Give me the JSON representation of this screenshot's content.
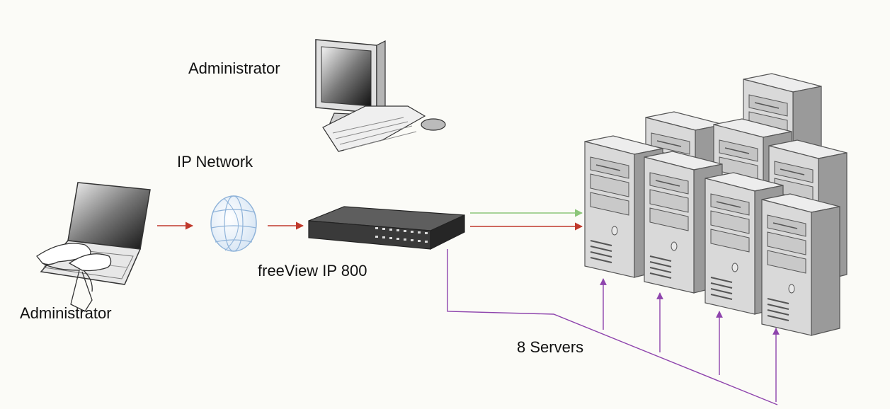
{
  "labels": {
    "admin_top": "Administrator",
    "admin_left": "Administrator",
    "network": "IP Network",
    "device": "freeView IP 800",
    "servers": "8 Servers"
  },
  "colors": {
    "background": "#fbfbf7",
    "arrow_red": "#c0392b",
    "arrow_green": "#8cc67a",
    "line_purple": "#8e44ad",
    "tower_body": "#d9d9d9",
    "tower_side": "#9a9a9a"
  },
  "icons": [
    "laptop-icon",
    "desktop-computer-icon",
    "globe-icon",
    "kvm-switch-icon",
    "server-tower-icon"
  ]
}
